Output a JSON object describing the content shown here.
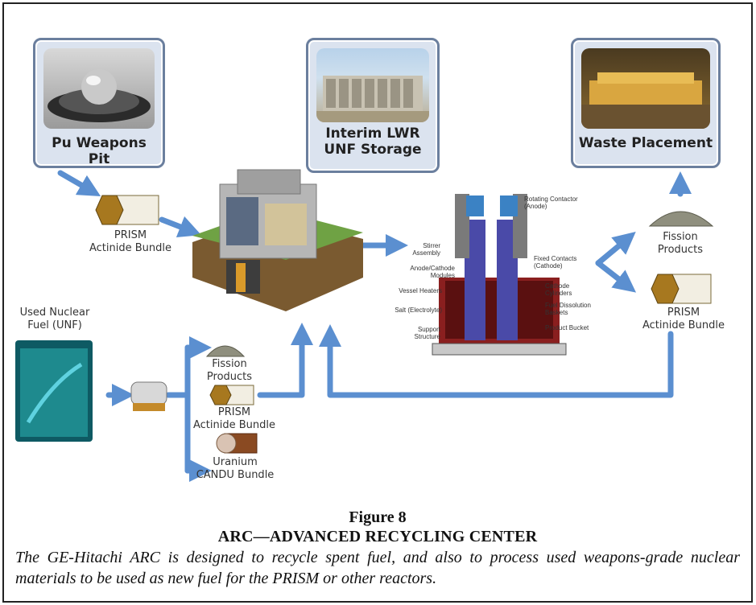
{
  "boxes": {
    "pu_pit": "Pu Weapons Pit",
    "lwr_storage_line1": "Interim LWR",
    "lwr_storage_line2": "UNF Storage",
    "waste": "Waste Placement"
  },
  "labels": {
    "prism_top_line1": "PRISM",
    "prism_top_line2": "Actinide Bundle",
    "used_fuel_line1": "Used Nuclear",
    "used_fuel_line2": "Fuel (UNF)",
    "fission_left_line1": "Fission",
    "fission_left_line2": "Products",
    "prism_left_line1": "PRISM",
    "prism_left_line2": "Actinide Bundle",
    "uranium_line1": "Uranium",
    "uranium_line2": "CANDU Bundle",
    "fission_right_line1": "Fission",
    "fission_right_line2": "Products",
    "prism_right_line1": "PRISM",
    "prism_right_line2": "Actinide Bundle"
  },
  "refiner_labels": {
    "rotating_contactor": "Rotating Contactor (Anode)",
    "stirrer": "Stirrer Assembly",
    "fixed_contacts": "Fixed Contacts (Cathode)",
    "anode_cathode": "Anode/Cathode Modules",
    "vessel_heaters": "Vessel Heaters",
    "cathode_cylinders": "Cathode Cylinders",
    "salt": "Salt (Electrolyte)",
    "fuel_dissolution": "Fuel Dissolution Baskets",
    "product_bucket": "Product Bucket",
    "support": "Support Structure"
  },
  "caption": {
    "figure_number": "Figure 8",
    "title": "ARC—ADVANCED RECYCLING CENTER",
    "text": "The GE-Hitachi ARC is designed to recycle spent fuel, and also to process used weapons-grade nuclear materials to be used as new fuel for the PRISM or other reactors."
  },
  "colors": {
    "arrow": "#5b8fd0",
    "box_fill": "#dbe3ef",
    "box_border": "#6b7f9e",
    "bundle_gold": "#a7781f"
  }
}
